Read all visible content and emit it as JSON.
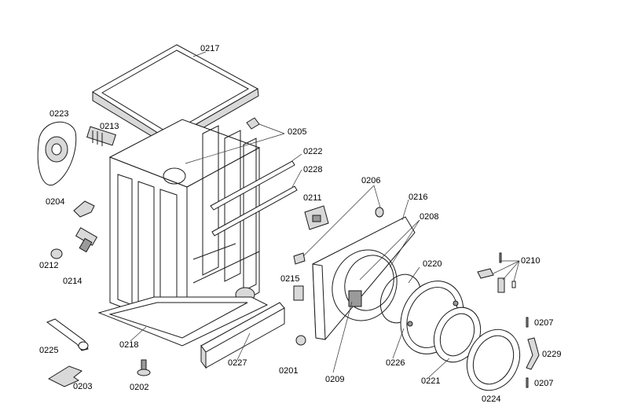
{
  "parts": [
    {
      "id": "p0217",
      "label": "0217"
    },
    {
      "id": "p0223",
      "label": "0223"
    },
    {
      "id": "p0213",
      "label": "0213"
    },
    {
      "id": "p0205",
      "label": "0205"
    },
    {
      "id": "p0222",
      "label": "0222"
    },
    {
      "id": "p0228",
      "label": "0228"
    },
    {
      "id": "p0206",
      "label": "0206"
    },
    {
      "id": "p0216",
      "label": "0216"
    },
    {
      "id": "p0211",
      "label": "0211"
    },
    {
      "id": "p0208",
      "label": "0208"
    },
    {
      "id": "p0204",
      "label": "0204"
    },
    {
      "id": "p0212",
      "label": "0212"
    },
    {
      "id": "p0214",
      "label": "0214"
    },
    {
      "id": "p0215",
      "label": "0215"
    },
    {
      "id": "p0220",
      "label": "0220"
    },
    {
      "id": "p0210",
      "label": "0210"
    },
    {
      "id": "p0225",
      "label": "0225"
    },
    {
      "id": "p0218",
      "label": "0218"
    },
    {
      "id": "p0227",
      "label": "0227"
    },
    {
      "id": "p0201",
      "label": "0201"
    },
    {
      "id": "p0226",
      "label": "0226"
    },
    {
      "id": "p0209",
      "label": "0209"
    },
    {
      "id": "p0221",
      "label": "0221"
    },
    {
      "id": "p0207a",
      "label": "0207"
    },
    {
      "id": "p0229",
      "label": "0229"
    },
    {
      "id": "p0207b",
      "label": "0207"
    },
    {
      "id": "p0203",
      "label": "0203"
    },
    {
      "id": "p0202",
      "label": "0202"
    },
    {
      "id": "p0224",
      "label": "0224"
    }
  ]
}
